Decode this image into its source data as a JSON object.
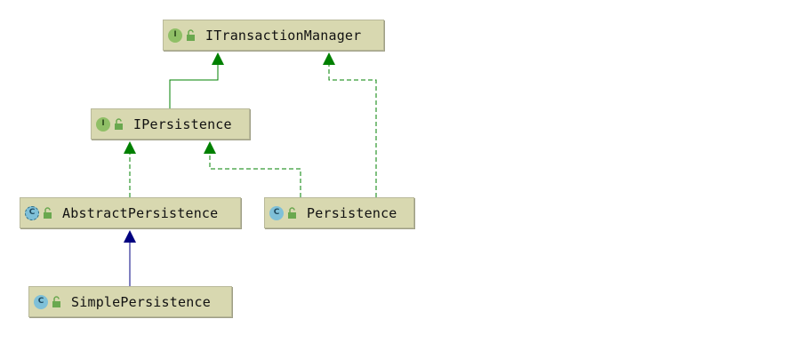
{
  "nodes": {
    "itransaction_manager": {
      "name": "ITransactionManager",
      "kind": "I",
      "kind_name": "interface"
    },
    "ipersistence": {
      "name": "IPersistence",
      "kind": "I",
      "kind_name": "interface"
    },
    "abstract_persistence": {
      "name": "AbstractPersistence",
      "kind": "C",
      "kind_name": "abstract-class"
    },
    "persistence": {
      "name": "Persistence",
      "kind": "C",
      "kind_name": "class"
    },
    "simple_persistence": {
      "name": "SimplePersistence",
      "kind": "C",
      "kind_name": "class"
    }
  },
  "edges": [
    {
      "from": "ipersistence",
      "to": "itransaction_manager",
      "relation": "extends",
      "style": "solid",
      "color": "#008000"
    },
    {
      "from": "persistence",
      "to": "itransaction_manager",
      "relation": "implements",
      "style": "dashed",
      "color": "#008000"
    },
    {
      "from": "abstract_persistence",
      "to": "ipersistence",
      "relation": "implements",
      "style": "dashed",
      "color": "#008000"
    },
    {
      "from": "persistence",
      "to": "ipersistence",
      "relation": "implements",
      "style": "dashed",
      "color": "#008000"
    },
    {
      "from": "simple_persistence",
      "to": "abstract_persistence",
      "relation": "extends",
      "style": "solid",
      "color": "#000080"
    }
  ],
  "colors": {
    "node_fill": "#d8d8b0",
    "interface_badge": "#8fbf66",
    "class_badge": "#7fc0d8",
    "lock_icon": "#6aa84f",
    "implements_edge": "#008000",
    "extends_class_edge": "#000080"
  }
}
